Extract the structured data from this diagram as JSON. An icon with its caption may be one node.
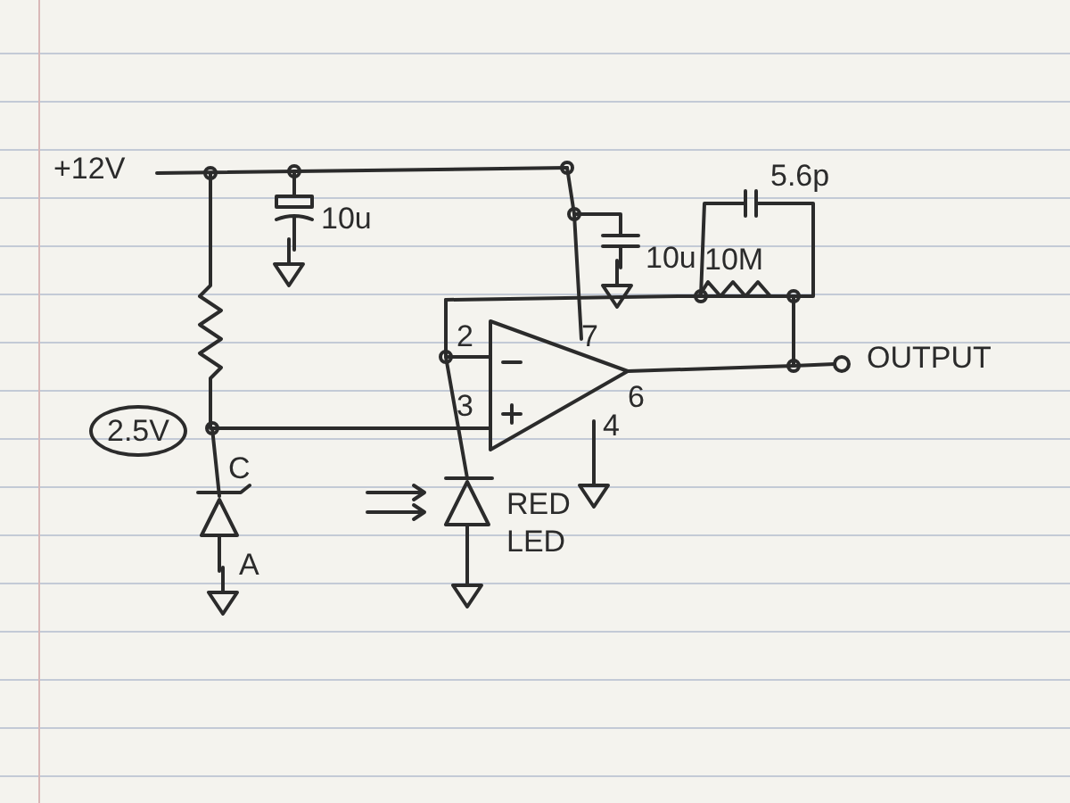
{
  "diagram": {
    "nodes": [
      {
        "text": [
          "2.5V"
        ]
      }
    ],
    "labels": [
      "+12V",
      "10u",
      "5.6p",
      "10u",
      "10M",
      "7",
      "2",
      "OUTPUT",
      "3",
      "6",
      "4",
      "C",
      "RED LED",
      "A"
    ]
  }
}
